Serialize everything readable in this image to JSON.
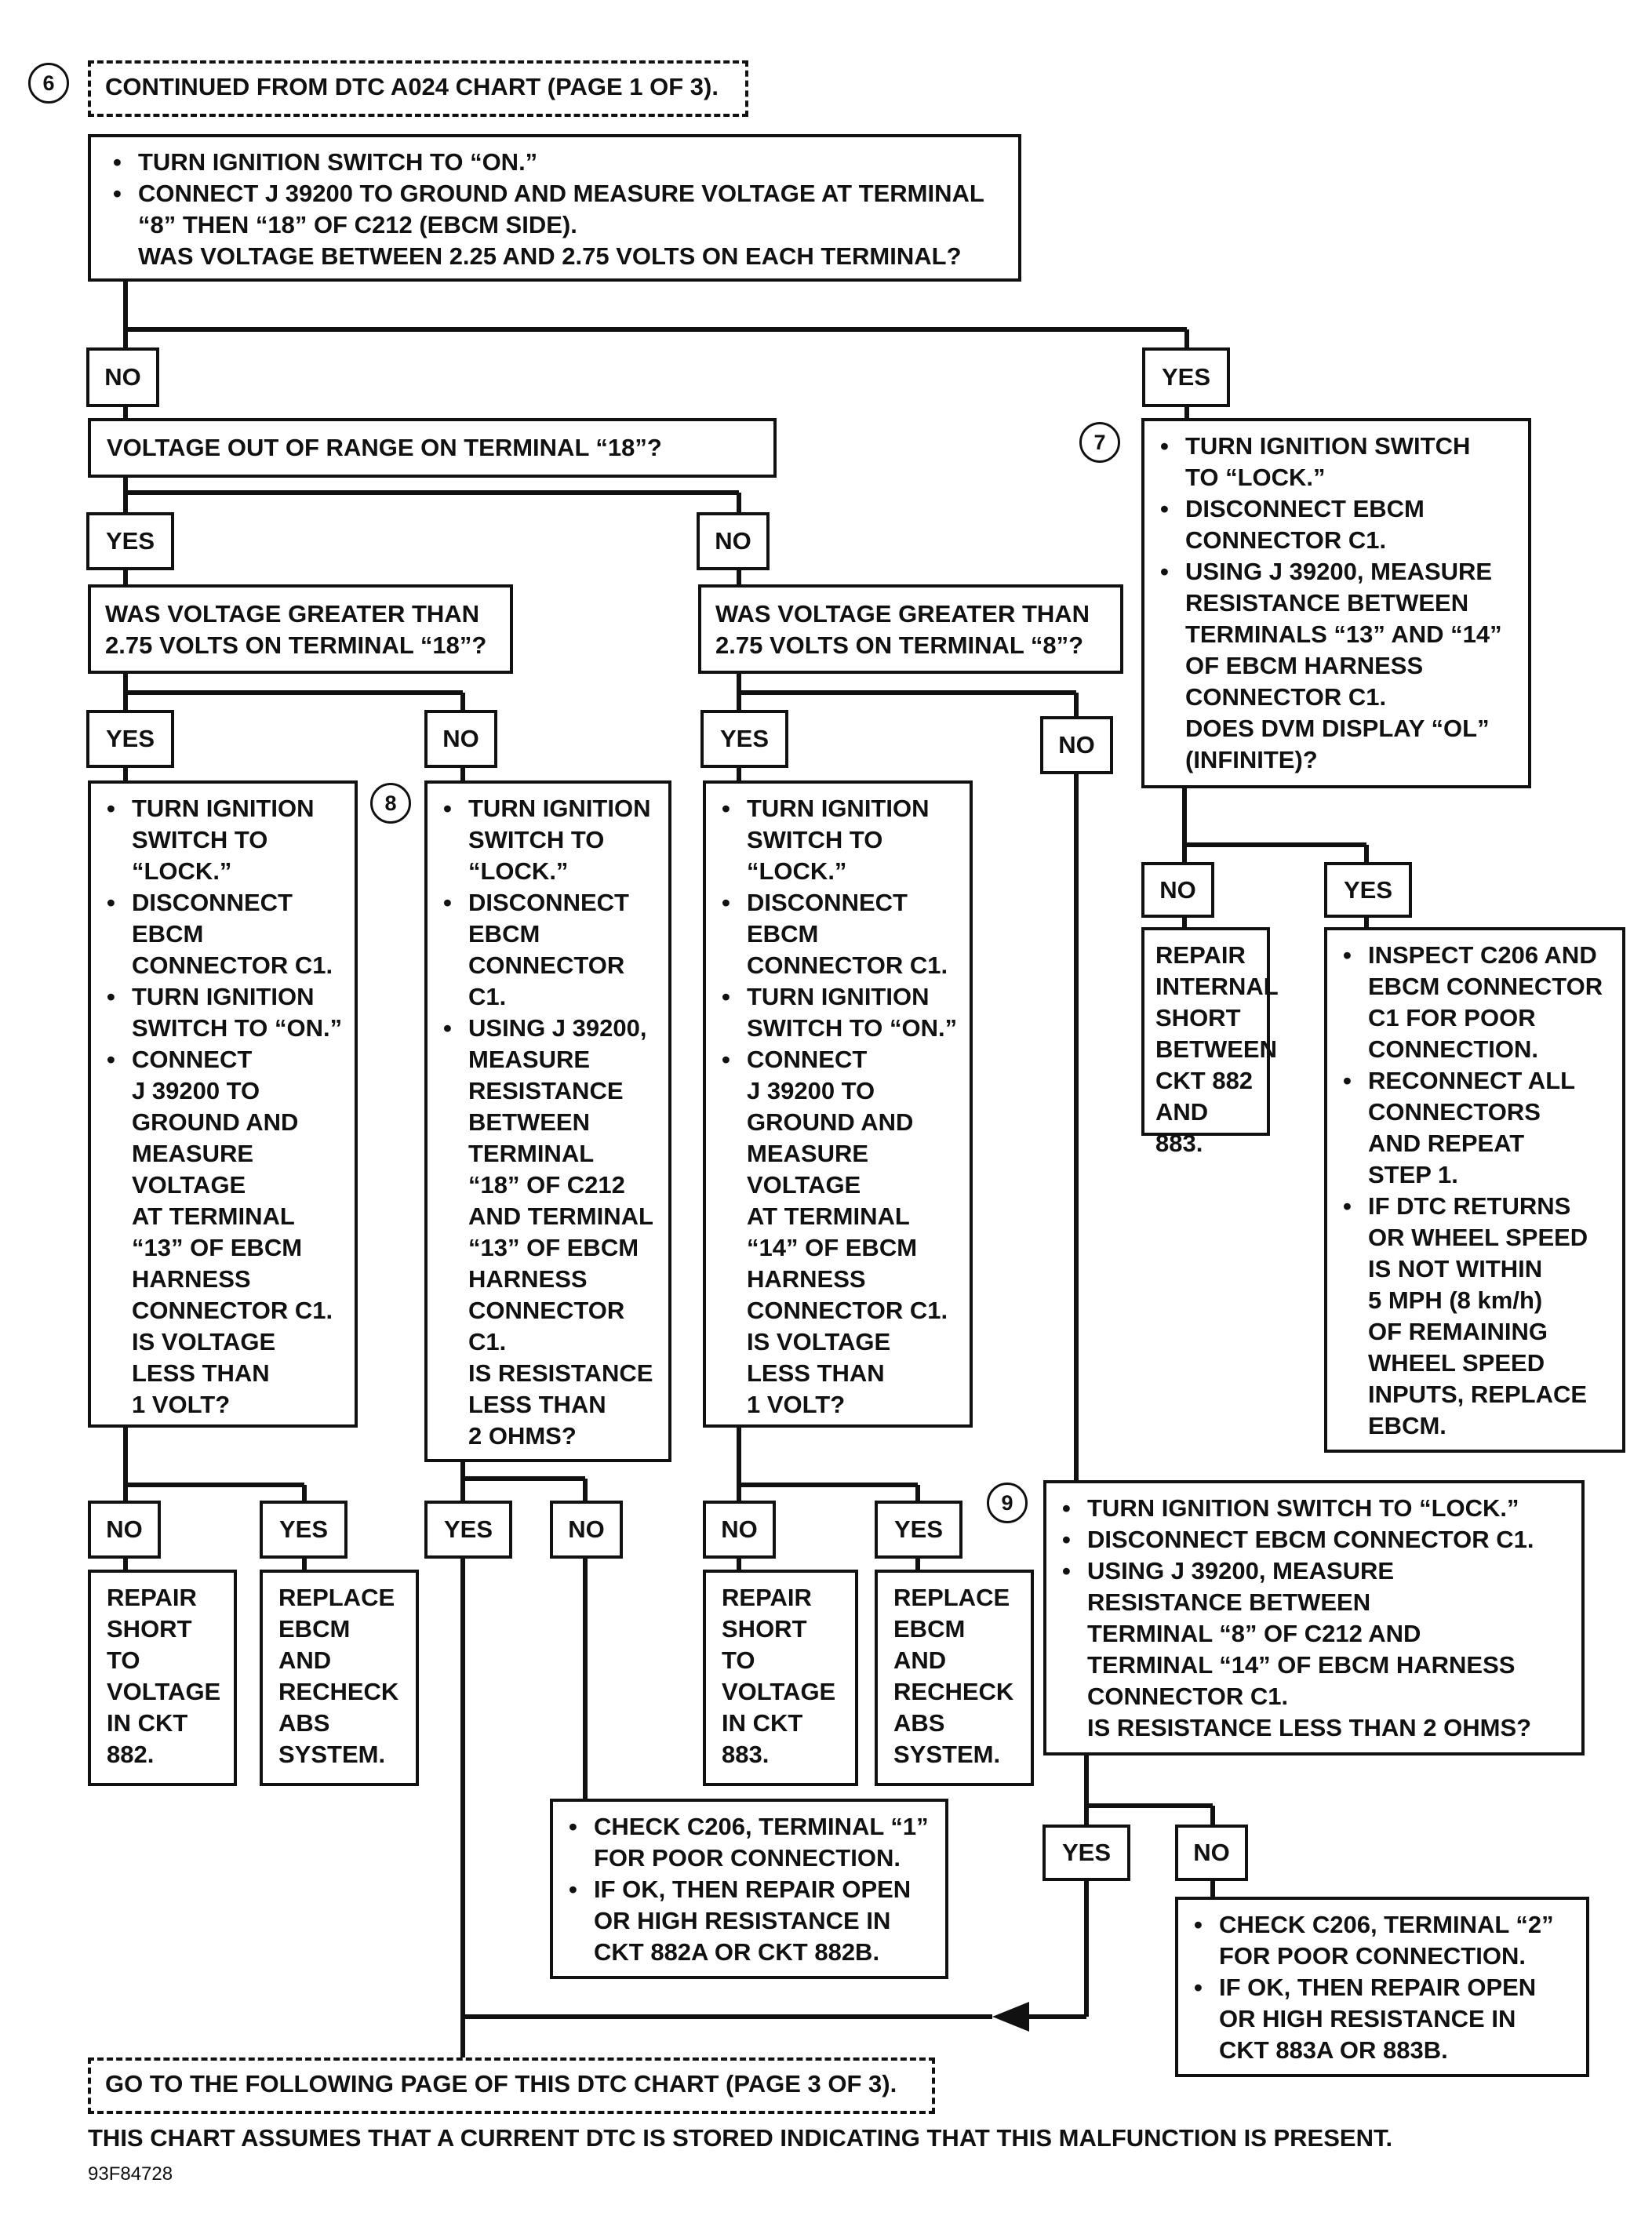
{
  "start": {
    "step": "6",
    "text": "CONTINUED FROM DTC A024 CHART (PAGE 1 OF 3)."
  },
  "q1": {
    "bullets": [
      "TURN IGNITION SWITCH TO “ON.”",
      "CONNECT J 39200 TO GROUND AND MEASURE VOLTAGE AT TERMINAL “8” THEN “18” OF C212 (EBCM SIDE)."
    ],
    "question": "WAS VOLTAGE BETWEEN 2.25 AND 2.75 VOLTS ON EACH TERMINAL?"
  },
  "labels": {
    "yes": "YES",
    "no": "NO"
  },
  "q2": {
    "text": "VOLTAGE OUT OF RANGE ON TERMINAL “18”?"
  },
  "q3": {
    "lines": [
      "WAS VOLTAGE GREATER THAN",
      "2.75 VOLTS ON TERMINAL “18”?"
    ]
  },
  "q4": {
    "lines": [
      "WAS VOLTAGE GREATER THAN",
      "2.75 VOLTS ON TERMINAL “8”?"
    ]
  },
  "step7": {
    "step": "7",
    "bullets": [
      [
        "TURN IGNITION SWITCH",
        "TO “LOCK.”"
      ],
      [
        "DISCONNECT EBCM",
        "CONNECTOR C1."
      ],
      [
        "USING J 39200, MEASURE",
        "RESISTANCE BETWEEN",
        "TERMINALS “13” AND “14”",
        "OF EBCM HARNESS",
        "CONNECTOR C1.",
        "DOES DVM DISPLAY “OL”",
        "(INFINITE)?"
      ]
    ]
  },
  "box_a": {
    "bullets": [
      [
        "TURN IGNITION",
        "SWITCH TO",
        "“LOCK.”"
      ],
      [
        "DISCONNECT",
        "EBCM",
        "CONNECTOR C1."
      ],
      [
        "TURN IGNITION",
        "SWITCH TO “ON.”"
      ],
      [
        "CONNECT",
        "J 39200 TO",
        "GROUND AND",
        "MEASURE",
        "VOLTAGE",
        "AT TERMINAL",
        "“13” OF EBCM",
        "HARNESS",
        "CONNECTOR C1.",
        "IS VOLTAGE",
        "LESS THAN",
        "1 VOLT?"
      ]
    ]
  },
  "step8": {
    "step": "8",
    "bullets": [
      [
        "TURN IGNITION",
        "SWITCH TO",
        "“LOCK.”"
      ],
      [
        "DISCONNECT",
        "EBCM",
        "CONNECTOR",
        "C1."
      ],
      [
        "USING J 39200,",
        "MEASURE",
        "RESISTANCE",
        "BETWEEN",
        "TERMINAL",
        "“18” OF C212",
        "AND TERMINAL",
        "“13” OF EBCM",
        "HARNESS",
        "CONNECTOR",
        "C1.",
        "IS RESISTANCE",
        "LESS THAN",
        "2 OHMS?"
      ]
    ]
  },
  "box_c": {
    "bullets": [
      [
        "TURN IGNITION",
        "SWITCH TO",
        "“LOCK.”"
      ],
      [
        "DISCONNECT",
        "EBCM",
        "CONNECTOR C1."
      ],
      [
        "TURN IGNITION",
        "SWITCH TO “ON.”"
      ],
      [
        "CONNECT",
        "J 39200 TO",
        "GROUND AND",
        "MEASURE",
        "VOLTAGE",
        "AT TERMINAL",
        "“14” OF EBCM",
        "HARNESS",
        "CONNECTOR C1.",
        "IS VOLTAGE",
        "LESS THAN",
        "1 VOLT?"
      ]
    ]
  },
  "repair_internal": {
    "lines": [
      "REPAIR",
      "INTERNAL",
      "SHORT",
      "BETWEEN",
      "CKT 882",
      "AND 883."
    ]
  },
  "inspect": {
    "bullets": [
      [
        "INSPECT C206 AND",
        "EBCM CONNECTOR",
        "C1 FOR POOR",
        "CONNECTION."
      ],
      [
        "RECONNECT ALL",
        "CONNECTORS",
        "AND REPEAT",
        "STEP 1."
      ],
      [
        "IF DTC RETURNS",
        "OR WHEEL SPEED",
        "IS NOT WITHIN",
        "5 MPH (8 km/h)",
        "OF REMAINING",
        "WHEEL SPEED",
        "INPUTS, REPLACE",
        "EBCM."
      ]
    ]
  },
  "repair_882": {
    "lines": [
      "REPAIR",
      "SHORT",
      "TO",
      "VOLTAGE",
      "IN CKT",
      "882."
    ]
  },
  "replace_1": {
    "lines": [
      "REPLACE",
      "EBCM",
      "AND",
      "RECHECK",
      "ABS",
      "SYSTEM."
    ]
  },
  "repair_883": {
    "lines": [
      "REPAIR",
      "SHORT",
      "TO",
      "VOLTAGE",
      "IN CKT",
      "883."
    ]
  },
  "replace_2": {
    "lines": [
      "REPLACE",
      "EBCM",
      "AND",
      "RECHECK",
      "ABS",
      "SYSTEM."
    ]
  },
  "step9": {
    "step": "9",
    "bullets": [
      [
        "TURN IGNITION SWITCH TO “LOCK.”"
      ],
      [
        "DISCONNECT EBCM CONNECTOR C1."
      ],
      [
        "USING J 39200, MEASURE",
        "RESISTANCE BETWEEN",
        "TERMINAL “8” OF C212 AND",
        "TERMINAL “14” OF EBCM HARNESS",
        "CONNECTOR C1.",
        "IS RESISTANCE LESS THAN 2 OHMS?"
      ]
    ]
  },
  "check1": {
    "bullets": [
      [
        "CHECK C206, TERMINAL “1”",
        "FOR POOR CONNECTION."
      ],
      [
        "IF OK, THEN REPAIR OPEN",
        "OR HIGH RESISTANCE IN",
        "CKT 882A OR CKT 882B."
      ]
    ]
  },
  "check2": {
    "bullets": [
      [
        "CHECK C206, TERMINAL “2”",
        "FOR POOR CONNECTION."
      ],
      [
        "IF OK, THEN REPAIR OPEN",
        "OR HIGH RESISTANCE IN",
        "CKT 883A OR 883B."
      ]
    ]
  },
  "goto": {
    "text": "GO TO THE FOLLOWING PAGE OF THIS DTC CHART (PAGE 3 OF 3)."
  },
  "footer": {
    "note": "THIS CHART ASSUMES THAT A CURRENT DTC IS STORED INDICATING THAT THIS MALFUNCTION IS PRESENT.",
    "fig_id": "93F84728"
  }
}
